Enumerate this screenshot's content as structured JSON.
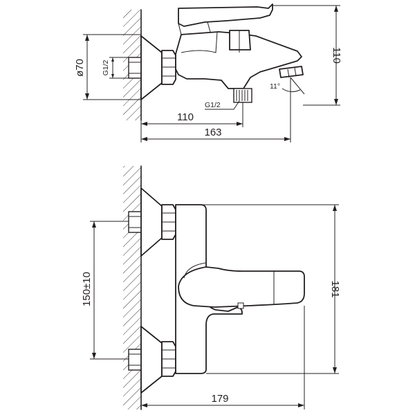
{
  "side_view": {
    "dims": {
      "diameter": "ø70",
      "inlet_thread": "G1/2",
      "outlet_thread": "G1/2",
      "spout_projection": "110",
      "overall_depth": "163",
      "height": "110",
      "angle": "11°"
    }
  },
  "top_view": {
    "dims": {
      "centers": "150±10",
      "width": "179",
      "depth": "181"
    }
  }
}
